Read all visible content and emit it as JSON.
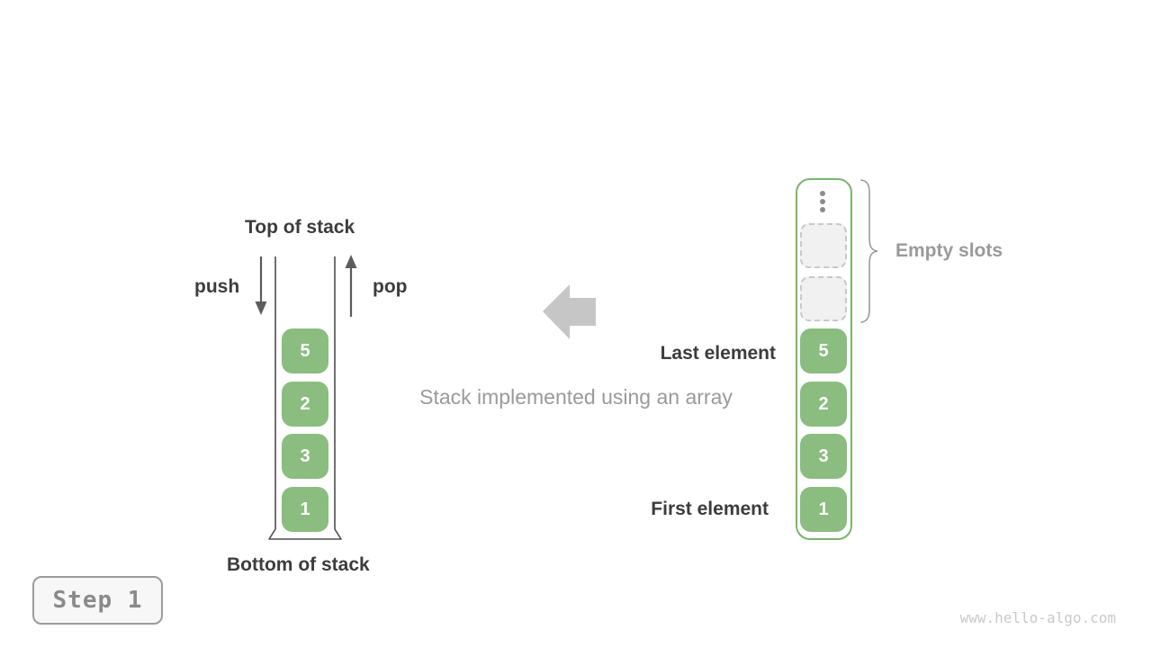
{
  "figure": {
    "caption": "Stack implemented using an array",
    "watermark": "www.hello-algo.com",
    "step_badge": {
      "label": "Step 1"
    }
  },
  "stack": {
    "top_label": "Top of stack",
    "bottom_label": "Bottom of stack",
    "push_label": "push",
    "pop_label": "pop",
    "values": [
      "5",
      "2",
      "3",
      "1"
    ]
  },
  "array": {
    "values": [
      "5",
      "2",
      "3",
      "1"
    ],
    "empty_slot_count": 2,
    "empty_slots_label": "Empty slots",
    "last_element_label": "Last element",
    "first_element_label": "First element"
  },
  "colors": {
    "cell_green": "#8abd7f",
    "array_border_green": "#79b56d",
    "label_dark": "#3c3c3c",
    "muted_gray": "#9a9a9a",
    "block_arrow_gray": "#c6c6c6",
    "empty_slot_bg": "#f1f1f1",
    "empty_slot_border": "#c8c8c8",
    "step_badge_bg": "#f7f7f7",
    "watermark_gray": "#c9c9c9"
  }
}
